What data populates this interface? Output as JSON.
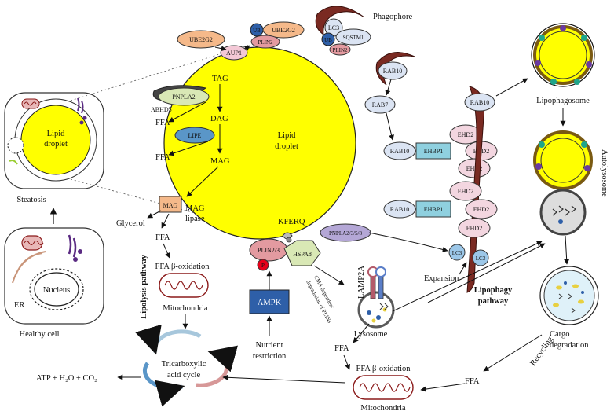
{
  "labels": {
    "phagophore": "Phagophore",
    "lc3": "LC3",
    "sqstm1": "SQSTM1",
    "ub": "UB",
    "plin2": "PLIN2",
    "ube2g2": "UBE2G2",
    "aup1": "AUP1",
    "rab10": "RAB10",
    "rab7": "RAB7",
    "ehbp1": "EHBP1",
    "ehd2": "EHD2",
    "lipophagosome": "Lipophagosome",
    "autolysosome": "Autolysosome",
    "tag": "TAG",
    "pnpla2": "PNPLA2",
    "abhd5": "ABHD5",
    "ffa": "FFA",
    "dag": "DAG",
    "lipe": "LIPE",
    "mag": "MAG",
    "mag_lipase_line1": "MAG",
    "mag_lipase_line2": "lipase",
    "glycerol": "Glycerol",
    "lipid_droplet_line1": "Lipid",
    "lipid_droplet_line2": "droplet",
    "steatosis": "Steatosis",
    "nucleus": "Nucleus",
    "er": "ER",
    "healthy_cell": "Healthy cell",
    "ffa_beta_ox": "FFA β-oxidation",
    "mitochondria": "Mitochondria",
    "lipolysis_pathway": "Lipolysis pathway",
    "tca_line1": "Tricarboxylic",
    "tca_line2": "acid cycle",
    "atp": "ATP + H₂O + CO₂",
    "ampk": "AMPK",
    "nutrient_line1": "Nutrient",
    "nutrient_line2": "restriction",
    "plin23": "PLIN2/3",
    "p": "P",
    "kferq": "KFERQ",
    "hspa8": "HSPA8",
    "cma_line1": "CMA dependent",
    "cma_line2": "degradation of PLINs",
    "pnpla_multi": "PNPLA2/3/5/8",
    "lamp2a": "LAMP2A",
    "lysosome": "Lysosome",
    "expansion": "Expansion",
    "lipophagy_line1": "Lipophagy",
    "lipophagy_line2": "pathway",
    "cargo_line1": "Cargo",
    "cargo_line2": "degradation",
    "recycling": "Recycling"
  }
}
